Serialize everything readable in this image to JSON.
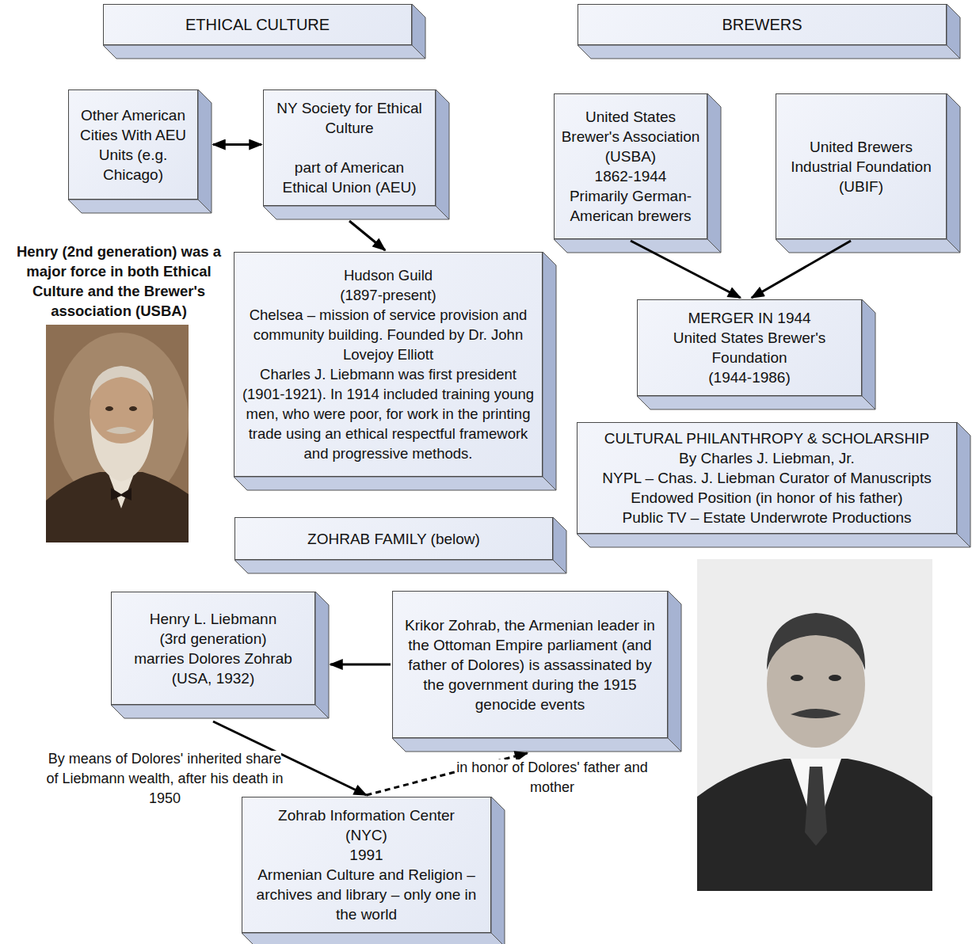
{
  "diagram": {
    "nodes": [
      {
        "text": [
          "ETHICAL CULTURE"
        ]
      },
      {
        "text": [
          "BREWERS"
        ]
      },
      {
        "text": [
          "Other American Cities With AEU Units (e.g. Chicago)"
        ]
      },
      {
        "text": [
          "NY Society for Ethical Culture",
          "part of American Ethical Union (AEU)"
        ]
      },
      {
        "text": [
          "United States Brewer's Association (USBA)",
          "1862-1944",
          "Primarily German-American brewers"
        ]
      },
      {
        "text": [
          "United Brewers Industrial Foundation (UBIF)"
        ]
      },
      {
        "text": [
          "Hudson Guild",
          "(1897-present)",
          "Chelsea – mission of service provision and community building. Founded by Dr. John Lovejoy Elliott",
          "Charles J. Liebmann was first president (1901-1921). In 1914 included training young men, who were poor, for work in the printing trade using an ethical respectful framework and progressive methods."
        ]
      },
      {
        "text": [
          "MERGER IN 1944",
          "United States Brewer's Foundation",
          "(1944-1986)"
        ]
      },
      {
        "text": [
          "CULTURAL PHILANTHROPY & SCHOLARSHIP",
          "By Charles J. Liebman, Jr.",
          "NYPL – Chas. J. Liebman Curator of Manuscripts",
          "Endowed Position (in honor of his father)",
          "Public TV – Estate Underwrote Productions"
        ]
      },
      {
        "text": [
          "ZOHRAB FAMILY (below)"
        ]
      },
      {
        "text": [
          "Henry L. Liebmann",
          "(3rd generation)",
          "marries Dolores Zohrab (USA, 1932)"
        ]
      },
      {
        "text": [
          "Krikor Zohrab, the Armenian leader in the Ottoman Empire parliament (and father of Dolores) is assassinated by the government during the 1915 genocide events"
        ]
      },
      {
        "text": [
          "Zohrab Information Center",
          "(NYC)",
          "1991",
          "Armenian Culture and Religion – archives and library – only one in the world"
        ]
      }
    ],
    "edges": [
      {
        "from": 2,
        "to": 3,
        "arrow": "both"
      },
      {
        "from": 3,
        "to": 6,
        "arrow": "to"
      },
      {
        "from": 4,
        "to": 7,
        "arrow": "to"
      },
      {
        "from": 5,
        "to": 7,
        "arrow": "to"
      },
      {
        "from": 11,
        "to": 10,
        "arrow": "to"
      },
      {
        "from": 10,
        "to": 12,
        "label": "By means of Dolores' inherited share of Liebmann wealth, after his death in 1950",
        "arrow": "to"
      },
      {
        "from": 12,
        "to": 11,
        "label": "in honor of Dolores' father and mother",
        "arrow": "to"
      }
    ],
    "labels": [
      "Henry (2nd generation) was a major force in both Ethical Culture and the Brewer's association (USBA)"
    ]
  }
}
